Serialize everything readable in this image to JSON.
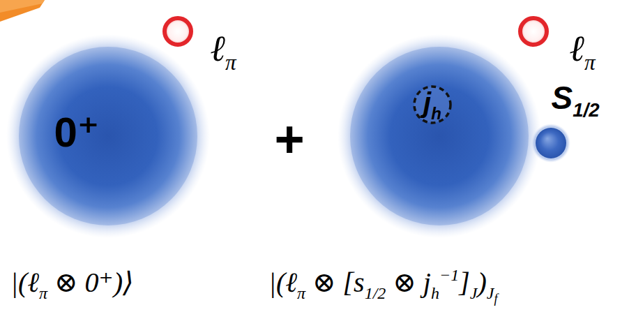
{
  "diagram": {
    "nodes": [
      {
        "text": [
          "0⁺"
        ]
      },
      {
        "text": [
          "ℓπ"
        ]
      },
      {
        "text": []
      },
      {
        "text": [
          "jh"
        ],
        "in": 2
      },
      {
        "text": [
          "ℓπ"
        ]
      },
      {
        "text": [
          "S1/2"
        ]
      }
    ],
    "labels": [
      "+",
      "|(ℓπ ⊗ 0⁺)⟩",
      "|(ℓπ ⊗ [s1/2 ⊗ jh−1]J)Jf"
    ]
  }
}
